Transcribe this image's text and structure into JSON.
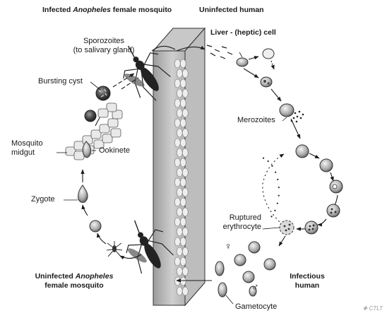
{
  "headers": {
    "infected_mosquito_pre": "Infected ",
    "infected_mosquito_genus": "Anopheles",
    "infected_mosquito_post": " female mosquito",
    "uninfected_human": "Uninfected human",
    "uninfected_mosquito_line1_pre": "Uninfected ",
    "uninfected_mosquito_line1_genus": "Anopheles",
    "uninfected_mosquito_line2": "female mosquito",
    "infectious_human_line1": "Infectious",
    "infectious_human_line2": "human"
  },
  "labels": {
    "sporozoites_line1": "Sporozoites",
    "sporozoites_line2": "(to salivary gland)",
    "bursting_cyst": "Bursting cyst",
    "mosquito_line1": "Mosquito",
    "mosquito_line2": "midgut",
    "ookinete": "Ookinete",
    "zygote": "Zygote",
    "liver_cell": "Liver - (heptic) cell",
    "merozoites": "Merozoites",
    "ruptured_line1": "Ruptured",
    "ruptured_line2": "erythrocyte",
    "gametocyte": "Gametocyte",
    "female_symbol": "♀",
    "male_symbol": "♂"
  },
  "watermark": "CTLT",
  "colors": {
    "ink": "#1a1a1a",
    "skin_light": "#dcdcdc",
    "skin_dark": "#8e8e8e",
    "cell_light": "#e6e6e6",
    "cell_mid": "#b0b0b0",
    "cell_dark": "#555555"
  }
}
